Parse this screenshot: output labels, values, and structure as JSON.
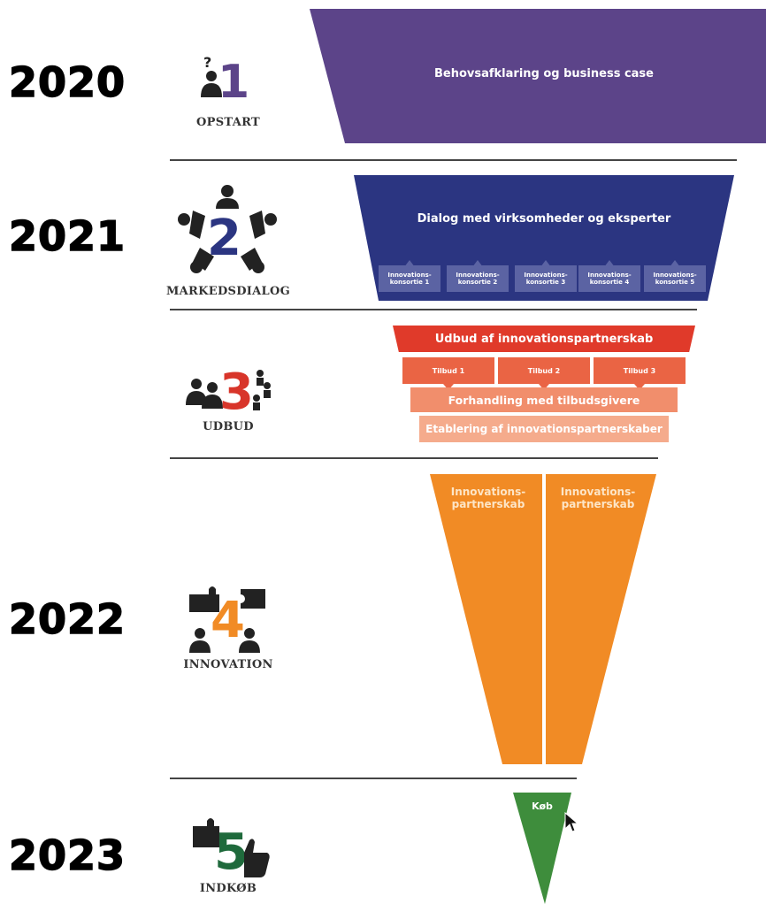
{
  "colors": {
    "opstart": "#5c4489",
    "markedsdialog": "#2b3581",
    "markedsdialog_sub": "#5b63a3",
    "udbud_dark": "#e03a2a",
    "udbud_mid": "#ea6444",
    "udbud_light": "#f18e6c",
    "udbud_lighter": "#f5ab8c",
    "innovation": "#f18b25",
    "indkob": "#3e8d3c"
  },
  "years": [
    "2020",
    "2021",
    "2022",
    "2023"
  ],
  "phases": [
    {
      "number": "1",
      "label": "OPSTART",
      "icon": "person-question-icon"
    },
    {
      "number": "2",
      "label": "MARKEDSDIALOG",
      "icon": "people-around-table-icon"
    },
    {
      "number": "3",
      "label": "UDBUD",
      "icon": "people-exchange-icon"
    },
    {
      "number": "4",
      "label": "INNOVATION",
      "icon": "puzzle-people-icon"
    },
    {
      "number": "5",
      "label": "INDKØB",
      "icon": "puzzle-thumbs-up-icon"
    }
  ],
  "funnel": {
    "opstart": "Behovsafklaring og business case",
    "markedsdialog": "Dialog med virksomheder og eksperter",
    "konsortier": [
      [
        "Innovations-",
        "konsortie 1"
      ],
      [
        "Innovations-",
        "konsortie 2"
      ],
      [
        "Innovations-",
        "konsortie 3"
      ],
      [
        "Innovations-",
        "konsortie 4"
      ],
      [
        "Innovations-",
        "konsortie 5"
      ]
    ],
    "udbud_title": "Udbud af innovationspartnerskab",
    "tilbud": [
      "Tilbud 1",
      "Tilbud 2",
      "Tilbud 3"
    ],
    "forhandling": "Forhandling med tilbudsgivere",
    "etablering": "Etablering af innovationspartnerskaber",
    "partnerskaber": [
      [
        "Innovations-",
        "partnerskab"
      ],
      [
        "Innovations-",
        "partnerskab"
      ]
    ],
    "kob": "Køb"
  }
}
